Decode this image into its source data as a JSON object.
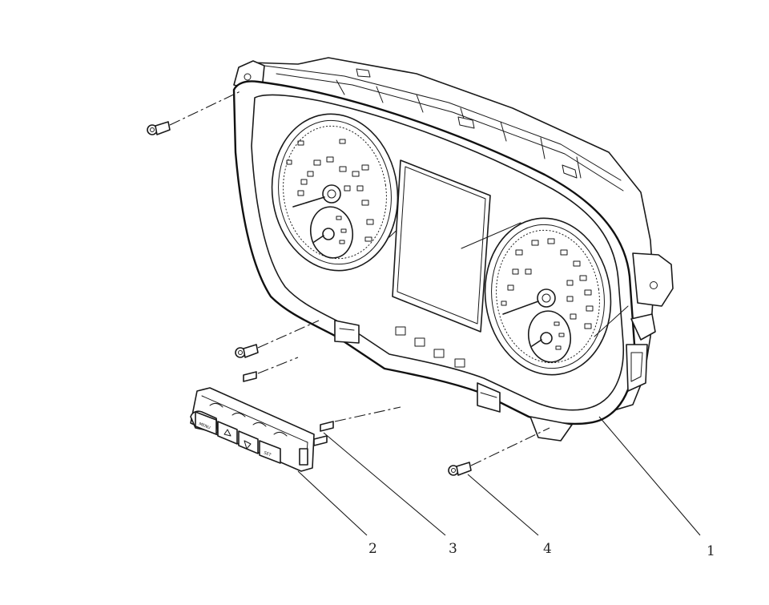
{
  "diagram": {
    "callouts": [
      {
        "id": "1",
        "label": "1"
      },
      {
        "id": "2",
        "label": "2"
      },
      {
        "id": "3",
        "label": "3"
      },
      {
        "id": "4",
        "label": "4"
      }
    ],
    "keypad": {
      "menu_label": "MENU",
      "set_label": "SET"
    },
    "colors": {
      "line": "#1a1a1a",
      "background": "#ffffff"
    }
  }
}
